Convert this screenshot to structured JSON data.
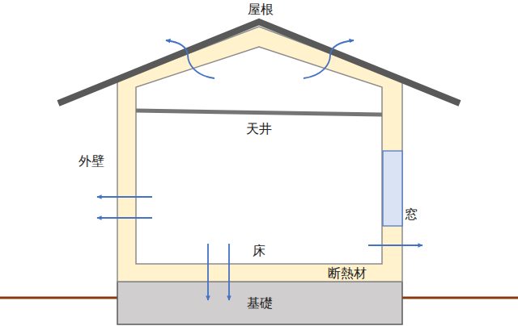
{
  "diagram": {
    "nodes": [
      {
        "text": [
          "基礎"
        ]
      }
    ],
    "labels": [
      "屋根",
      "天井",
      "外壁",
      "窓",
      "床",
      "断熱材"
    ]
  }
}
